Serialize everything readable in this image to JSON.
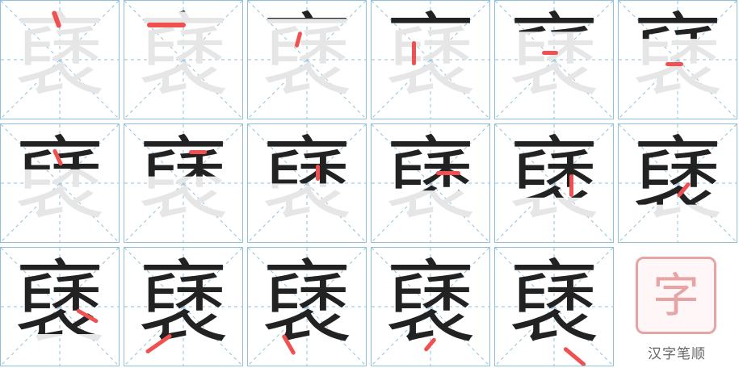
{
  "character": "褎",
  "total_strokes": 17,
  "steps": [
    1,
    2,
    3,
    4,
    5,
    6,
    7,
    8,
    9,
    10,
    11,
    12,
    13,
    14,
    15,
    16,
    17
  ],
  "colors": {
    "grid": "#8fc1dd",
    "highlight": "#f05050",
    "ghost": "#e6e6e6",
    "ink": "#222222",
    "seal": "#e7a4a4"
  },
  "seal": {
    "glyph": "字"
  },
  "brand": {
    "label": "汉字笔顺"
  }
}
